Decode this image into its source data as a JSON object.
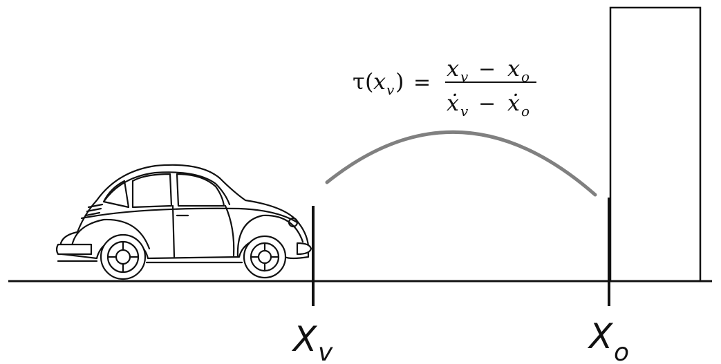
{
  "formula": {
    "lhs_tau": "τ",
    "lhs_open": "(",
    "lhs_var": "x",
    "lhs_sub": "v",
    "lhs_close": ")",
    "equals": "=",
    "num_a": "x",
    "num_a_sub": "v",
    "num_minus": "−",
    "num_b": "x",
    "num_b_sub": "o",
    "den_a": "ẋ",
    "den_a_sub": "v",
    "den_minus": "−",
    "den_b": "ẋ",
    "den_b_sub": "o"
  },
  "labels": {
    "vehicle_main": "X",
    "vehicle_sub": "v",
    "obstacle_main": "X",
    "obstacle_sub": "o"
  },
  "colors": {
    "ink": "#111111",
    "arc": "#808080",
    "car_fill": "#ffffff"
  },
  "icons": {
    "vehicle": "car-icon",
    "obstacle": "wall-block"
  }
}
